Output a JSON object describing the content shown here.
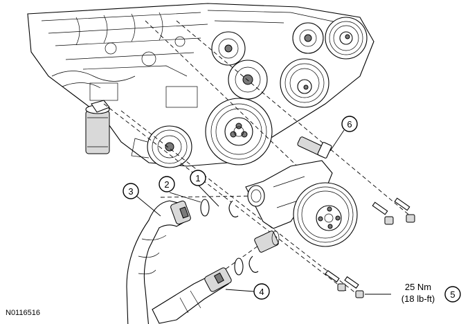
{
  "callouts": [
    {
      "label": "1"
    },
    {
      "label": "2"
    },
    {
      "label": "3"
    },
    {
      "label": "4"
    },
    {
      "label": "5"
    },
    {
      "label": "6"
    }
  ],
  "torque": {
    "metric": "25 Nm",
    "imperial": "(18 lb-ft)"
  },
  "figure_id": "N0116516"
}
